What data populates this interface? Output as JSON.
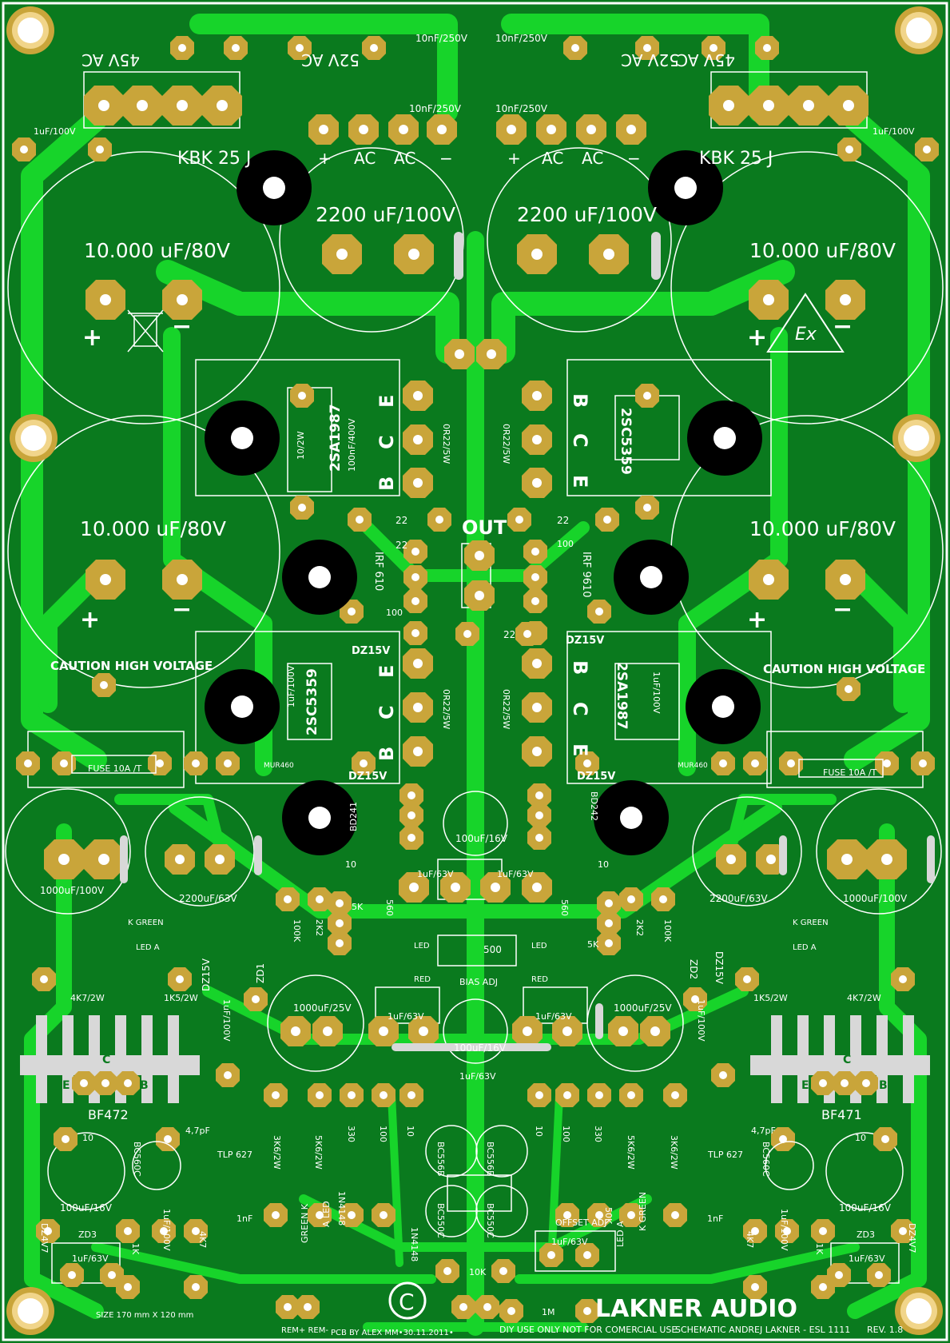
{
  "colors": {
    "board": "#0a7a1e",
    "copper": "#17d42a",
    "pad": "#c9a53a",
    "silkscreen": "#ffffff",
    "hole": "#000000"
  },
  "transformer": {
    "left": {
      "ac45": "45V AC",
      "ac52": "52V AC"
    },
    "right": {
      "ac52": "52V AC",
      "ac45": "45V AC"
    }
  },
  "top_caps": {
    "c1": "10nF/250V",
    "c2": "10nF/250V",
    "c3": "10nF/250V",
    "c4": "10nF/250V",
    "left_small": "1uF/100V",
    "right_small": "1uF/100V"
  },
  "bridge": {
    "left_name": "KBK 25 J",
    "right_name": "KBK 25 J",
    "plus": "+",
    "ac": "AC",
    "minus": "−"
  },
  "reservoir": {
    "c2200_left": "2200 uF/100V",
    "c2200_right": "2200 uF/100V",
    "c10000_tl": "10.000 uF/80V",
    "c10000_tr": "10.000 uF/80V",
    "c10000_bl": "10.000 uF/80V",
    "c10000_br": "10.000 uF/80V",
    "plus": "+",
    "minus": "−",
    "caution_left": "CAUTION HIGH VOLTAGE",
    "caution_right": "CAUTION HIGH VOLTAGE"
  },
  "output_stage": {
    "q_top_left": "2SA1987",
    "q_top_right": "2SC5359",
    "q_bot_left": "2SC5359",
    "q_bot_right": "2SA1987",
    "r_top_left": "10/2W",
    "c_top_left": "100nF/400V",
    "pin_b": "B",
    "pin_c": "C",
    "pin_e": "E",
    "r_emitter": "0R22/5W",
    "r_22": "22",
    "out_label": "OUT",
    "irf_left": "IRF 610",
    "irf_right": "IRF 9610",
    "r_100": "100",
    "dz15_a": "DZ15V",
    "dz15_b": "DZ15V",
    "dz15_c": "DZ15V",
    "dz15_d": "DZ15V",
    "c1uf_left": "1uF/100V",
    "c1uf_right": "1uF/100V",
    "mur_left": "MUR460",
    "mur_right": "MUR460",
    "fuse_left": "FUSE 10A /T",
    "fuse_right": "FUSE 10A /T"
  },
  "driver": {
    "bd_left": "BD241",
    "bd_right": "BD242",
    "c100uf16": "100uF/16V",
    "r10_left": "10",
    "r10_right": "10",
    "c1000_100_left": "1000uF/100V",
    "c2200_63_left": "2200uF/63V",
    "c2200_63_right": "2200uF/63V",
    "c1000_100_right": "1000uF/100V",
    "c1uf63_a": "1uF/63V",
    "c1uf63_b": "1uF/63V",
    "r100k_l": "100K",
    "r2k2_l": "2K2",
    "pot5k_l": "5K",
    "r560_l": "560",
    "r560_r": "560",
    "pot5k_r": "5K",
    "r2k2_r": "2K2",
    "r100k_r": "100K",
    "led_green_l": "K GREEN",
    "led_a_l": "LED A",
    "led_green_r": "K GREEN",
    "led_a_r": "LED A",
    "led_red_l": "LED",
    "red_l": "RED",
    "led_red_r": "LED",
    "red_r": "RED",
    "bias_pot": "500",
    "bias_adj": "BIAS ADJ",
    "r4k7_l": "4K7/2W",
    "r1k5_l": "1K5/2W",
    "r1k5_r": "1K5/2W",
    "r4k7_r": "4K7/2W",
    "dz15_l": "DZ15V",
    "zd1": "ZD1",
    "zd2": "ZD2",
    "dz15_r": "DZ15V"
  },
  "input_stage": {
    "c1000_25_l": "1000uF/25V",
    "c1000_25_r": "1000uF/25V",
    "c1uf63_c": "1uF/63V",
    "c1uf63_d": "1uF/63V",
    "c1uf63_e": "1uF/63V",
    "c100uf16_b": "100uF/16V",
    "c1uf100_l": "1uF/100V",
    "c1uf100_r": "1uF/100V",
    "bf_left": "BF472",
    "bf_right": "BF471",
    "pin_e": "E",
    "pin_c": "C",
    "pin_b": "B",
    "r10_a": "10",
    "r10_b": "10",
    "c47p_l": "4,7pF",
    "c47p_r": "4,7pF",
    "tlp_l": "TLP 627",
    "tlp_r": "TLP 627",
    "bc560c_l": "BC560C",
    "bc560c_r": "BC560C",
    "r3k6_l": "3K6/2W",
    "r5k6_l": "5K6/2W",
    "r330_l": "330",
    "r100_l": "100",
    "r10_l": "10",
    "r10_r": "10",
    "r100_r": "100",
    "r330_r": "330",
    "r5k6_r": "5K6/2W",
    "r3k6_r": "3K6/2W",
    "bc556b": "BC556B",
    "bc556b_2": "BC556B",
    "bc550c": "BC550C",
    "bc550c_2": "BC550C",
    "c100uf16_l": "100uF/16V",
    "c100uf16_r": "100uF/16V",
    "c1uf100_s_l": "1uF/100V",
    "c1uf100_s_r": "1uF/100V",
    "r4k7_l": "4K7",
    "r4k7_r": "4K7",
    "c1nf_l": "1nF",
    "c1nf_r": "1nF",
    "dz47_l": "DZ4V7",
    "zd3_l": "ZD3",
    "dz47_r": "DZ4V7",
    "zd3_r": "ZD3",
    "r1k_l": "1K",
    "r1k_r": "1K",
    "c1uf63_l": "1uF/63V",
    "c1uf63_r": "1uF/63V",
    "c1uf63_mid": "1uF/63V",
    "d4148_l": "1N4148",
    "d4148_r": "1N4148",
    "led_green_k": "GREEN K",
    "led_a": "A LED",
    "led_k_green": "K GREEN",
    "led_a_r": "LED A",
    "offset_adj": "OFFSET ADJ",
    "pot50k": "50K",
    "r10k": "10K",
    "r1m": "1M"
  },
  "footer": {
    "size": "SIZE 170 mm X 120 mm",
    "rem": "REM+ REM-",
    "pcb_by": "PCB BY ALEX MM•30.11.2011•",
    "copyright": "C",
    "diy": "DIY USE ONLY NOT FOR COMERCIAL USE",
    "brand": "LAKNER AUDIO",
    "schematic": "SCHEMATIC ANDREJ LAKNER - ESL 1111",
    "rev": "REV. 1.8"
  }
}
